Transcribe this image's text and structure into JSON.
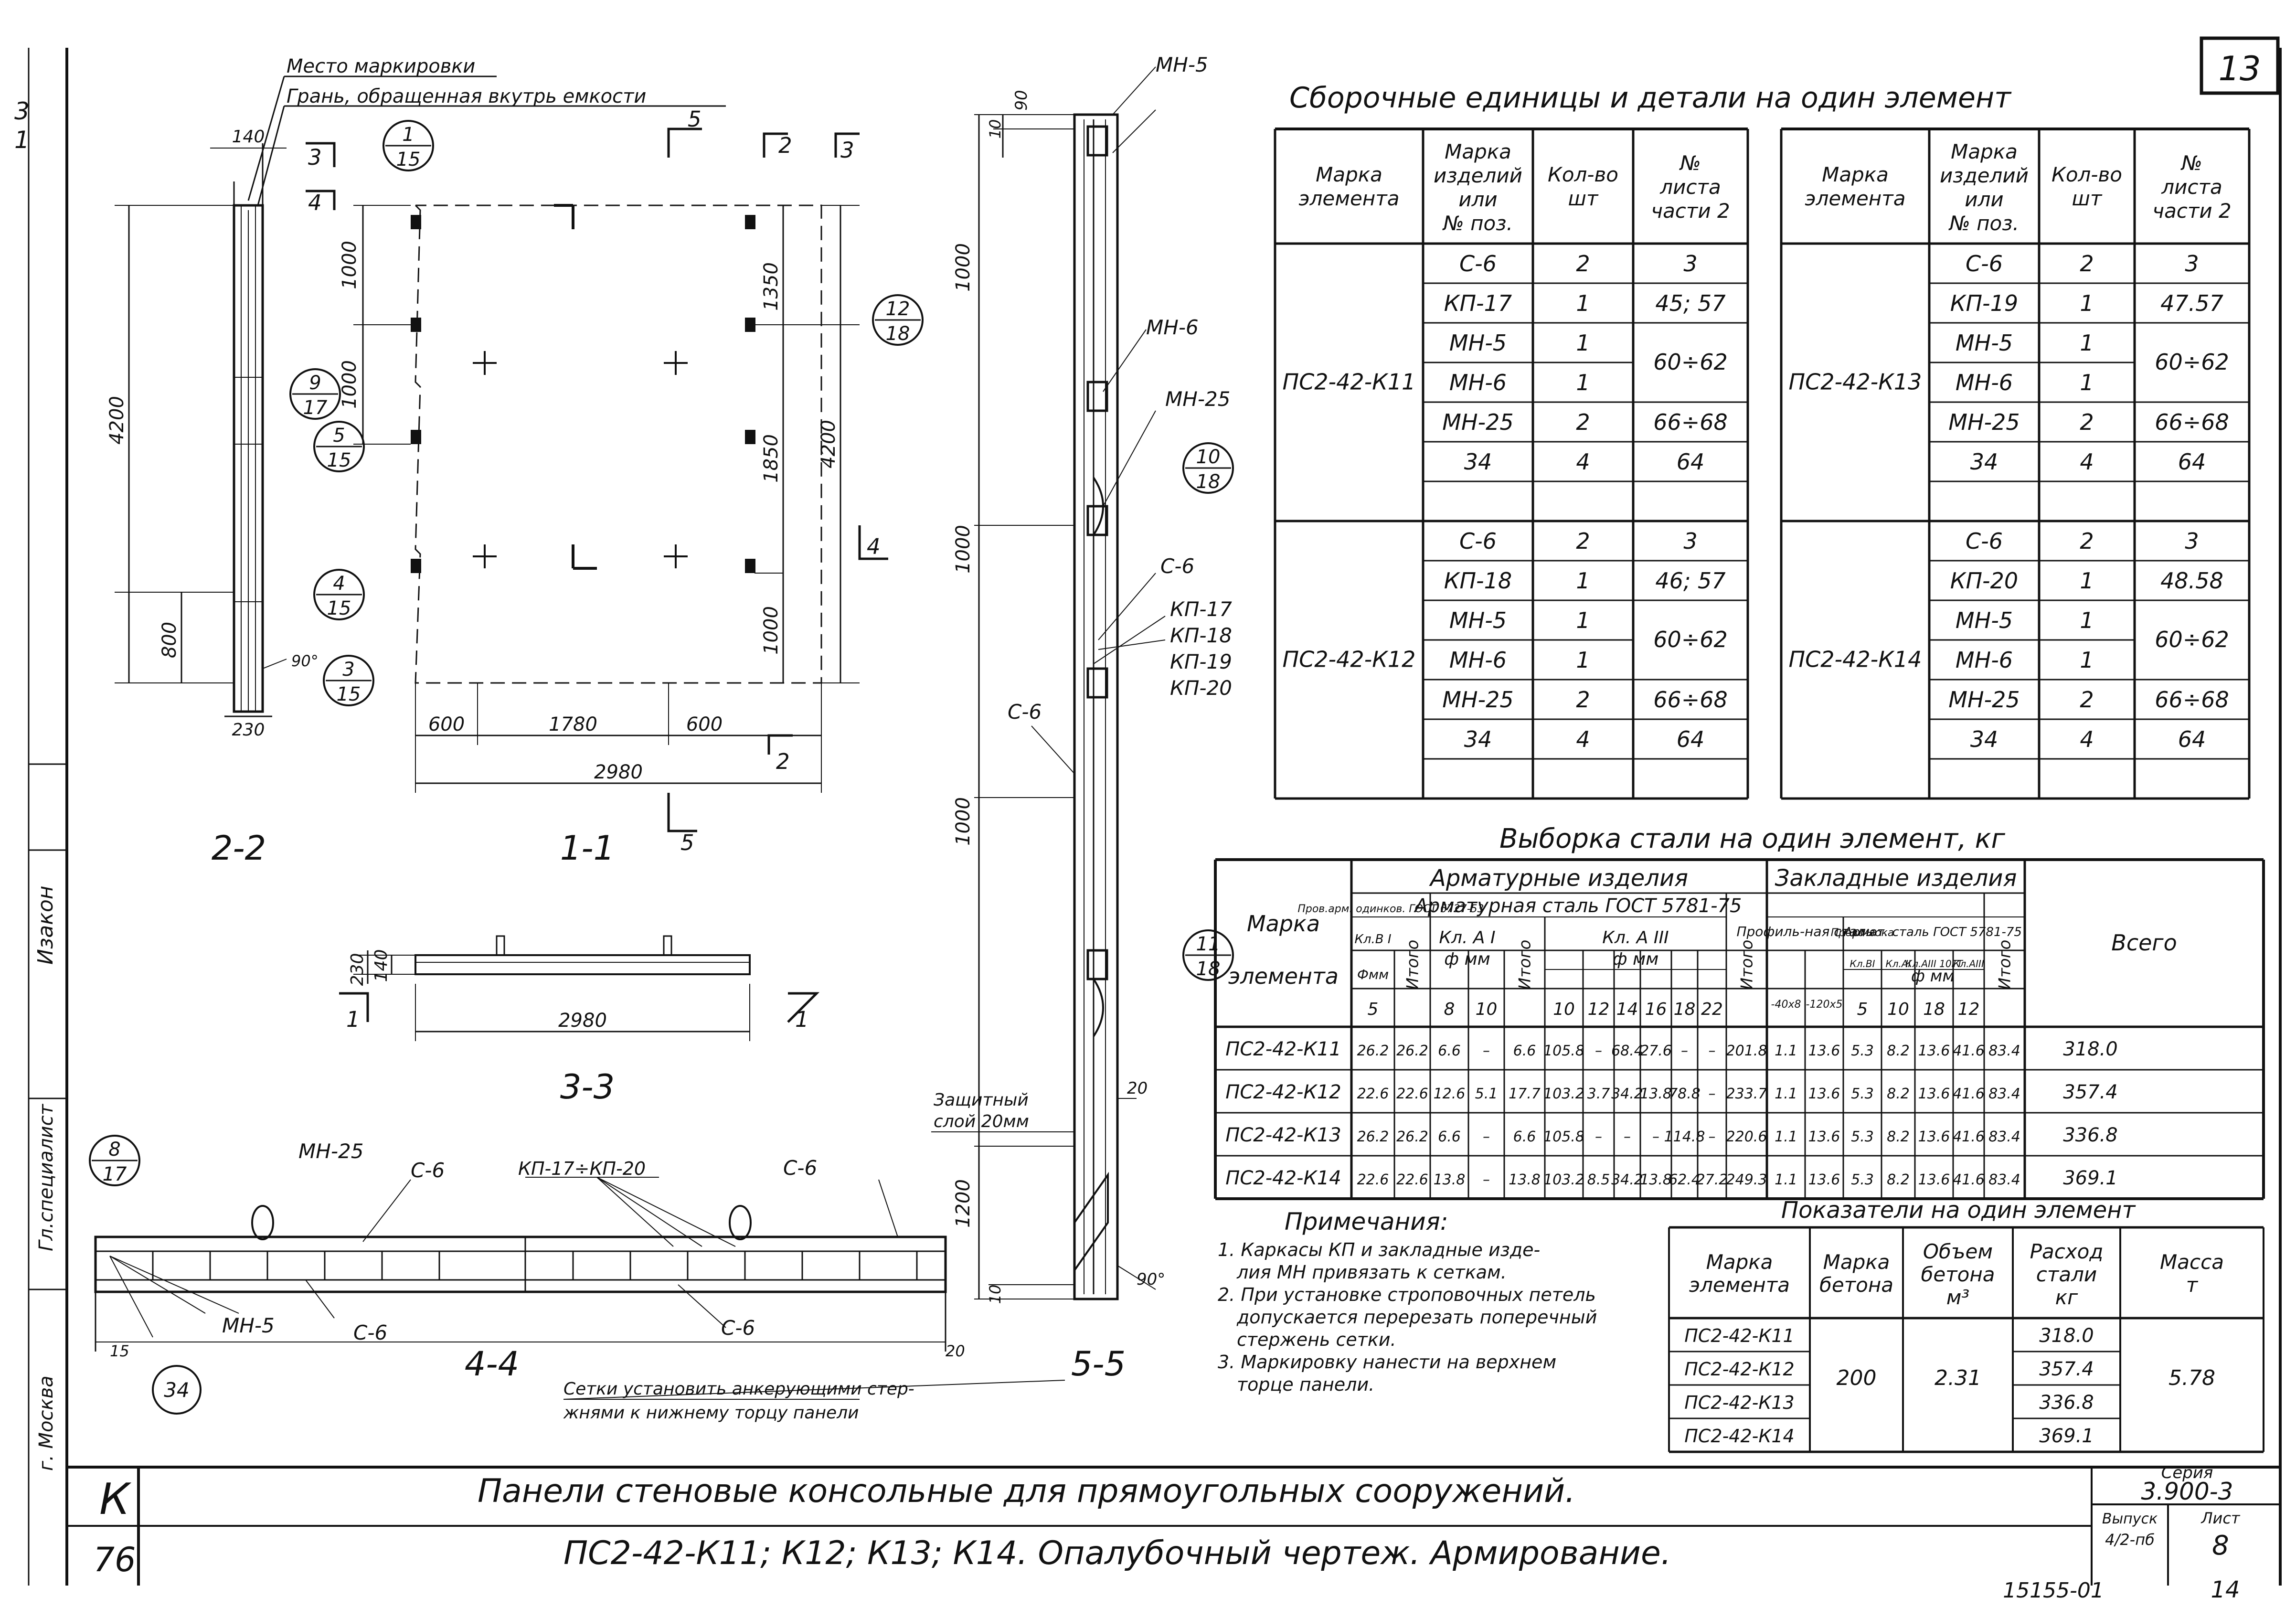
{
  "sheet_corner_number": "13",
  "drawing": {
    "marking_place_label": "Место маркировки",
    "inner_face_label": "Грань, обращенная вкутрь емкости",
    "section_labels": {
      "s22": "2-2",
      "s11": "1-1",
      "s33": "3-3",
      "s44": "4-4",
      "s55": "5-5"
    },
    "cut_marks": {
      "c3": "3",
      "c4": "4",
      "c5": "5",
      "c2": "2",
      "c1": "1"
    },
    "dims_22": {
      "d4200": "4200",
      "d800": "800",
      "d230": "230",
      "d140": "140",
      "a90": "90°"
    },
    "dims_11": {
      "d1000a": "1000",
      "d1000b": "1000",
      "d1350": "1350",
      "d1850": "1850",
      "d4200": "4200",
      "d1000c": "1000",
      "d600a": "600",
      "d1780": "1780",
      "d600b": "600",
      "d2980": "2980"
    },
    "dims_33": {
      "d230": "230",
      "d140": "140",
      "d2980": "2980"
    },
    "dims_55": {
      "d90": "90",
      "d10a": "10",
      "d1000a": "1000",
      "d1000b": "1000",
      "d1000c": "1000",
      "d1200": "1200",
      "d10b": "10",
      "d20": "20",
      "a90": "90°"
    },
    "callouts": [
      {
        "top": "1",
        "bottom": "15"
      },
      {
        "top": "9",
        "bottom": "17"
      },
      {
        "top": "5",
        "bottom": "15"
      },
      {
        "top": "4",
        "bottom": "15"
      },
      {
        "top": "3",
        "bottom": "15"
      },
      {
        "top": "12",
        "bottom": "18"
      },
      {
        "top": "10",
        "bottom": "18"
      },
      {
        "top": "11",
        "bottom": "18"
      },
      {
        "top": "8",
        "bottom": "17"
      }
    ],
    "callout_34": "34",
    "labels_55": {
      "mn5": "МН-5",
      "mn6": "МН-6",
      "mn25": "МН-25",
      "c6a": "С-6",
      "c6b": "С-6",
      "kp17": "КП-17",
      "kp18": "КП-18",
      "kp19": "КП-19",
      "kp20": "КП-20",
      "prot1": "Защитный",
      "prot2": "слой 20мм"
    },
    "labels_44": {
      "mn25": "МН-25",
      "c6a": "С-6",
      "kp": "КП-17÷КП-20",
      "c6b": "С-6",
      "mn5": "МН-5",
      "c6c": "С-6",
      "c6d": "С-6",
      "d15": "15",
      "d20": "20"
    },
    "anchor_note1": "Сетки установить анкерующими стер-",
    "anchor_note2": "жнями к нижнему торцу панели"
  },
  "assembly_title": "Сборочные единицы и детали на один элемент",
  "assembly_headers": [
    "Марка элемента",
    "Марка изделий или № поз.",
    "Кол-во шт",
    "№ листа части 2"
  ],
  "assembly_left": [
    {
      "element": "ПС2-42-К11",
      "rows": [
        [
          "С-6",
          "2",
          "3"
        ],
        [
          "КП-17",
          "1",
          "45; 57"
        ],
        [
          "МН-5",
          "1",
          ""
        ],
        [
          "МН-6",
          "1",
          ""
        ],
        [
          "МН-25",
          "2",
          "66÷68"
        ],
        [
          "34",
          "4",
          "64"
        ],
        [
          "",
          "",
          ""
        ]
      ],
      "merged": "60÷62"
    },
    {
      "element": "ПС2-42-К12",
      "rows": [
        [
          "С-6",
          "2",
          "3"
        ],
        [
          "КП-18",
          "1",
          "46; 57"
        ],
        [
          "МН-5",
          "1",
          ""
        ],
        [
          "МН-6",
          "1",
          ""
        ],
        [
          "МН-25",
          "2",
          "66÷68"
        ],
        [
          "34",
          "4",
          "64"
        ],
        [
          "",
          "",
          ""
        ]
      ],
      "merged": "60÷62"
    }
  ],
  "assembly_right": [
    {
      "element": "ПС2-42-К13",
      "rows": [
        [
          "С-6",
          "2",
          "3"
        ],
        [
          "КП-19",
          "1",
          "47.57"
        ],
        [
          "МН-5",
          "1",
          ""
        ],
        [
          "МН-6",
          "1",
          ""
        ],
        [
          "МН-25",
          "2",
          "66÷68"
        ],
        [
          "34",
          "4",
          "64"
        ],
        [
          "",
          "",
          ""
        ]
      ],
      "merged": "60÷62"
    },
    {
      "element": "ПС2-42-К14",
      "rows": [
        [
          "С-6",
          "2",
          "3"
        ],
        [
          "КП-20",
          "1",
          "48.58"
        ],
        [
          "МН-5",
          "1",
          ""
        ],
        [
          "МН-6",
          "1",
          ""
        ],
        [
          "МН-25",
          "2",
          "66÷68"
        ],
        [
          "34",
          "4",
          "64"
        ],
        [
          "",
          "",
          ""
        ]
      ],
      "merged": "60÷62"
    }
  ],
  "steel_title": "Выборка стали на один элемент, кг",
  "steel_headers": {
    "element": "Марка элемента",
    "rebar": "Арматурные изделия",
    "embedded": "Закладные изделия",
    "wire": "Пров.арм. одинков. ГОСТ 6727-53",
    "rebar_steel": "Арматурная сталь ГОСТ 5781-75",
    "class_b1": "Кл.В I",
    "phi_mm": "Фмм",
    "itogo": "Итого",
    "class_a1": "Кл. A I",
    "class_a3": "Кл. A III",
    "phi_mm2": "ф мм",
    "profile": "Профиль-ная сталь",
    "wire2": "Прово-лока",
    "rebar2": "Армат. сталь ГОСТ 5781-75",
    "vsego": "Всего",
    "sub": [
      "-40x8",
      "-120x5",
      "Кл.ВI",
      "Кл.AI",
      "Кл.AIII 10ГТ",
      "Кл.AIII"
    ],
    "diam": [
      "5",
      "8",
      "10",
      "10",
      "12",
      "14",
      "16",
      "18",
      "22",
      "5",
      "10",
      "18",
      "12"
    ]
  },
  "steel_rows": [
    [
      "ПС2-42-К11",
      "26.2",
      "26.2",
      "6.6",
      "–",
      "6.6",
      "105.8",
      "–",
      "68.4",
      "27.6",
      "–",
      "–",
      "201.8",
      "1.1",
      "13.6",
      "5.3",
      "8.2",
      "13.6",
      "41.6",
      "83.4",
      "318.0"
    ],
    [
      "ПС2-42-К12",
      "22.6",
      "22.6",
      "12.6",
      "5.1",
      "17.7",
      "103.2",
      "3.7",
      "34.2",
      "13.8",
      "78.8",
      "–",
      "233.7",
      "1.1",
      "13.6",
      "5.3",
      "8.2",
      "13.6",
      "41.6",
      "83.4",
      "357.4"
    ],
    [
      "ПС2-42-К13",
      "26.2",
      "26.2",
      "6.6",
      "–",
      "6.6",
      "105.8",
      "–",
      "–",
      "–",
      "114.8",
      "–",
      "220.6",
      "1.1",
      "13.6",
      "5.3",
      "8.2",
      "13.6",
      "41.6",
      "83.4",
      "336.8"
    ],
    [
      "ПС2-42-К14",
      "22.6",
      "22.6",
      "13.8",
      "–",
      "13.8",
      "103.2",
      "8.5",
      "34.2",
      "13.8",
      "62.4",
      "27.2",
      "249.3",
      "1.1",
      "13.6",
      "5.3",
      "8.2",
      "13.6",
      "41.6",
      "83.4",
      "369.1"
    ]
  ],
  "notes_title": "Примечания:",
  "notes": [
    "1. Каркасы КП и закладные изде-",
    "лия МН привязать к сеткам.",
    "2. При установке строповочных петель",
    "допускается перерезать поперечный",
    "стержень сетки.",
    "3. Маркировку нанести на верхнем",
    "торце панели."
  ],
  "indicators_title": "Показатели на один элемент",
  "indicators_headers": [
    "Марка элемента",
    "Марка бетона",
    "Объем бетона м³",
    "Расход стали кг",
    "Масса т"
  ],
  "indicators": {
    "elements": [
      "ПС2-42-К11",
      "ПС2-42-К12",
      "ПС2-42-К13",
      "ПС2-42-К14"
    ],
    "concrete": "200",
    "volume": "2.31",
    "steel": [
      "318.0",
      "357.4",
      "336.8",
      "369.1"
    ],
    "mass": "5.78"
  },
  "title_block": {
    "line1": "Панели стеновые консольные для прямоугольных сооружений.",
    "line2": "ПС2-42-К11; К12; К13; К14. Опалубочный чертеж. Армирование.",
    "seria_label": "Серия",
    "seria": "3.900-3",
    "vypusk_label": "Выпуск",
    "vypusk": "4/2-пб",
    "list_label": "Лист",
    "list": "8",
    "left_code1": "К",
    "left_code2": "76",
    "bottom_code": "15155-01",
    "bottom_page": "14"
  },
  "left_margin": {
    "frag_top1": "3",
    "frag_top2": "1",
    "stamp1": "Изакон",
    "stamp2": "Гл.специалист",
    "city": "г. Москва"
  }
}
